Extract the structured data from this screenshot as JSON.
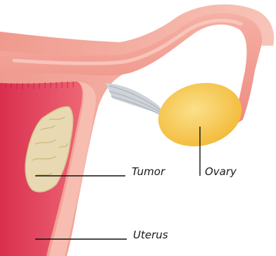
{
  "labels": {
    "tumor": "Tumor",
    "ovary": "Ovary",
    "uterus": "Uterus"
  },
  "colors": {
    "background": "#ffffff",
    "uterus_wall": "#f4a69a",
    "uterus_wall_light": "#f8c4b8",
    "uterus_inner": "#e8405a",
    "fallopian_tube": "#ef8f86",
    "fallopian_tube_highlight": "#f7c0b4",
    "ovary": "#f6c44a",
    "ovary_highlight": "#fbe08a",
    "ligament": "#c8ccd2",
    "tumor": "#e9dcb8",
    "leader_line": "#111111"
  }
}
